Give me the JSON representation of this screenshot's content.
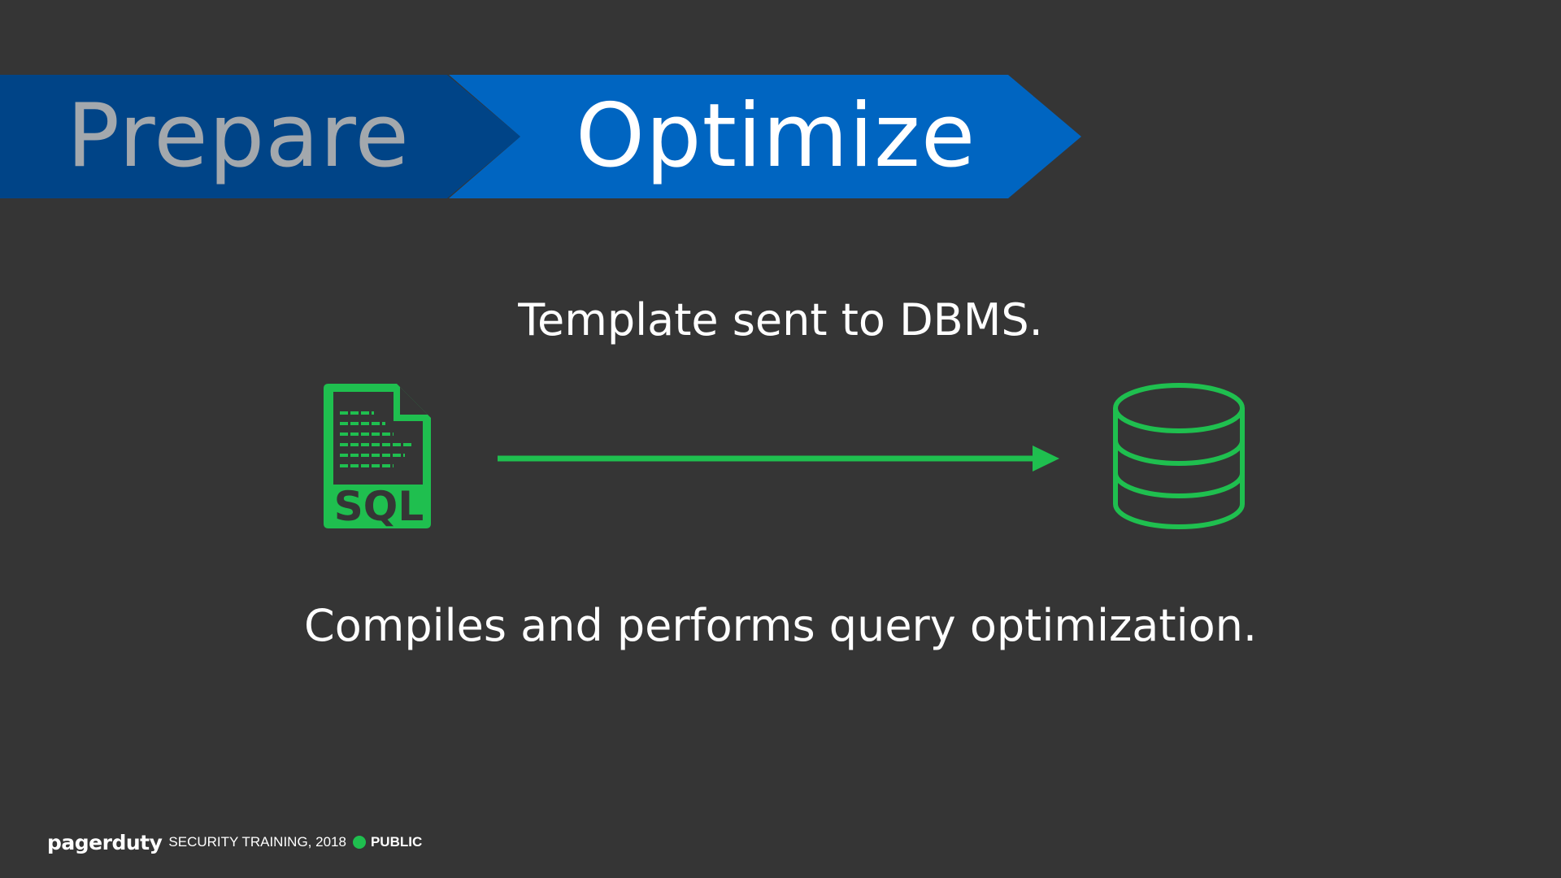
{
  "banner": {
    "steps": [
      {
        "label": "Prepare",
        "state": "completed"
      },
      {
        "label": "Optimize",
        "state": "active"
      }
    ],
    "colors": {
      "completed": "#004487",
      "active": "#0065c1"
    }
  },
  "captions": {
    "top": "Template sent to DBMS.",
    "bottom": "Compiles and performs query optimization."
  },
  "diagram": {
    "source_icon": "sql-file-icon",
    "source_icon_text": "SQL",
    "connector": "arrow-right-icon",
    "target_icon": "database-icon",
    "accent_color": "#1fbf4f"
  },
  "footer": {
    "logo": "pagerduty",
    "text": "SECURITY TRAINING, 2018",
    "badge": "PUBLIC"
  }
}
